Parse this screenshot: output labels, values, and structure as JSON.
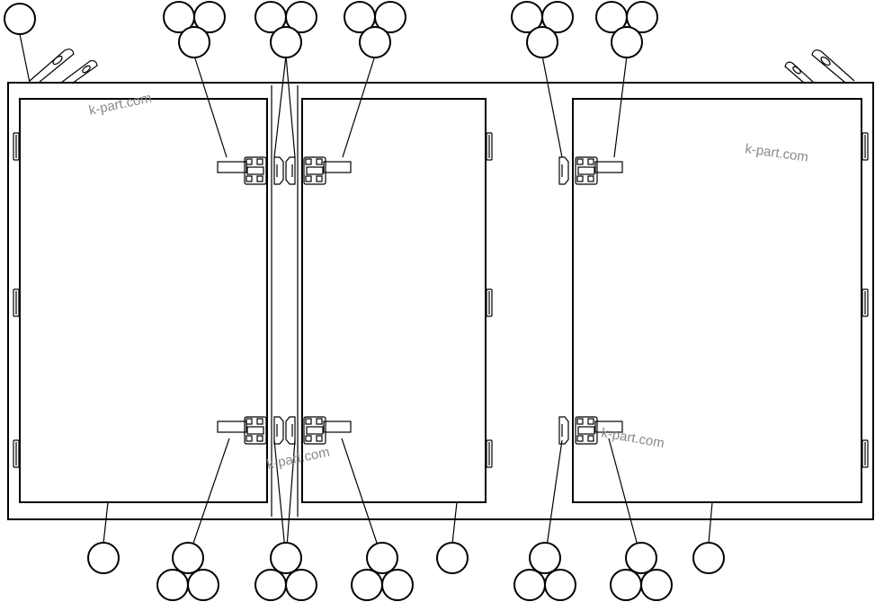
{
  "diagram": {
    "watermarks": [
      {
        "text": "k-part.com",
        "rotate": -12
      },
      {
        "text": "k-part.com",
        "rotate": 8
      },
      {
        "text": "k-part.com",
        "rotate": -12
      },
      {
        "text": "k-part.com",
        "rotate": 10
      }
    ],
    "callout_labels": "none printed (all balloons are blank)"
  }
}
